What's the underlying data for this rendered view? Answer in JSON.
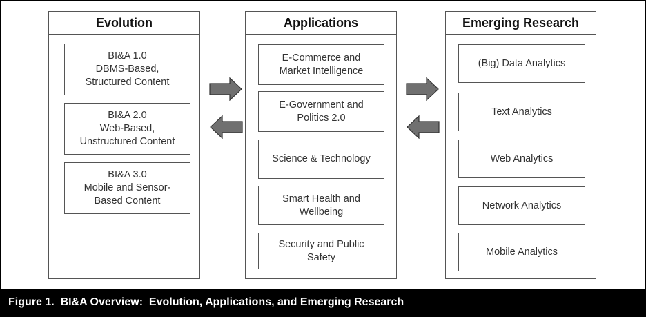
{
  "columns": {
    "evolution": {
      "title": "Evolution",
      "items": [
        "BI&A 1.0\nDBMS-Based,\nStructured Content",
        "BI&A 2.0\nWeb-Based,\nUnstructured Content",
        "BI&A 3.0\nMobile and Sensor-\nBased Content"
      ]
    },
    "applications": {
      "title": "Applications",
      "items": [
        "E-Commerce and\nMarket Intelligence",
        "E-Government and\nPolitics 2.0",
        "Science & Technology",
        "Smart Health and\nWellbeing",
        "Security and Public\nSafety"
      ]
    },
    "research": {
      "title": "Emerging Research",
      "items": [
        "(Big) Data Analytics",
        "Text Analytics",
        "Web Analytics",
        "Network Analytics",
        "Mobile Analytics"
      ]
    }
  },
  "caption": "Figure 1.  BI&A Overview:  Evolution, Applications, and Emerging Research",
  "colors": {
    "arrow_fill": "#707070",
    "arrow_stroke": "#333333",
    "caption_bg": "#000000"
  }
}
